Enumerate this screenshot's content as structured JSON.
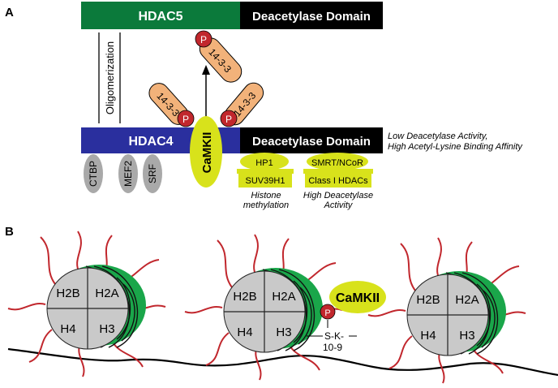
{
  "panel_a": {
    "label": "A",
    "hdac5": {
      "name": "HDAC5",
      "domain": "Deacetylase Domain"
    },
    "hdac4": {
      "name": "HDAC4",
      "domain": "Deacetylase Domain"
    },
    "oligomerization": "Oligomerization",
    "note_line1": "Low Deacetylase Activity,",
    "note_line2": "High Acetyl-Lysine Binding Affinity",
    "protein_1433": "14-3-3",
    "phospho": "P",
    "camkii": "CaMKII",
    "partners": {
      "ctbp": "CTBP",
      "mef2": "MEF2",
      "srf": "SRF"
    },
    "hp1": "HP1",
    "smrt": "SMRT/NCoR",
    "suv39h1": "SUV39H1",
    "class1": "Class I HDACs",
    "histone_meth_1": "Histone",
    "histone_meth_2": "methylation",
    "high_deac_1": "High Deacetylase",
    "high_deac_2": "Activity",
    "colors": {
      "hdac5": "#0b7a3b",
      "hdac4": "#2a2f9e",
      "domain": "#000000",
      "yellow": "#d8e21b",
      "grey": "#a9a9a9",
      "orange": "#f2b27a",
      "phospho": "#c1272d"
    }
  },
  "panel_b": {
    "label": "B",
    "histones": {
      "h2b": "H2B",
      "h2a": "H2A",
      "h4": "H4",
      "h3": "H3"
    },
    "camkii": "CaMKII",
    "phospho": "P",
    "site_line1": "S-K-",
    "site_line2": "10-9",
    "colors": {
      "core": "#c9c9c9",
      "dna": "#1aa64a",
      "tail": "#c1272d"
    }
  }
}
